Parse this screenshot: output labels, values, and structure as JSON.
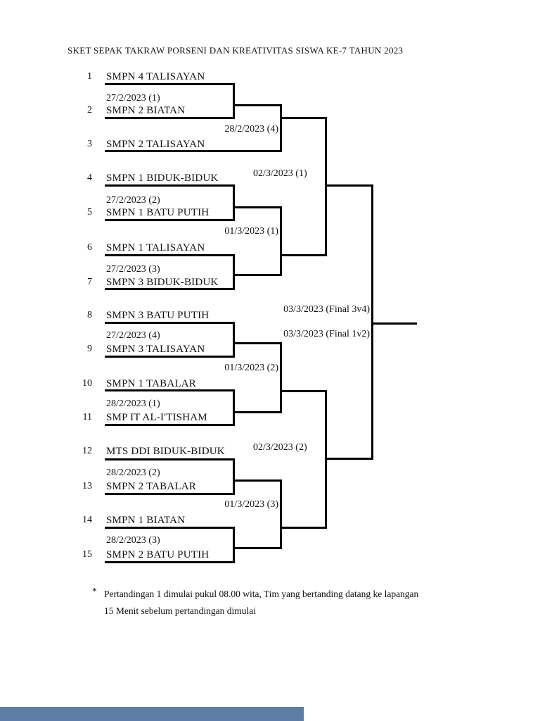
{
  "page": {
    "title": "SKET SEPAK TAKRAW PORSENI DAN KREATIVITAS SISWA KE-7 TAHUN 2023",
    "footnote_marker": "*",
    "footnote_line1": "Pertandingan 1 dimulai pukul 08.00 wita, Tim yang bertanding datang ke lapangan",
    "footnote_line2": "15 Menit sebelum pertandingan dimulai",
    "line_color": "#000000",
    "bottom_bar_color": "#5c7ea6"
  },
  "bracket": {
    "teams": [
      {
        "seed": "1",
        "name": "SMPN 4 TALISAYAN"
      },
      {
        "seed": "2",
        "name": "SMPN 2 BIATAN"
      },
      {
        "seed": "3",
        "name": "SMPN 2 TALISAYAN"
      },
      {
        "seed": "4",
        "name": "SMPN 1 BIDUK-BIDUK"
      },
      {
        "seed": "5",
        "name": "SMPN 1 BATU PUTIH"
      },
      {
        "seed": "6",
        "name": "SMPN 1 TALISAYAN"
      },
      {
        "seed": "7",
        "name": "SMPN 3 BIDUK-BIDUK"
      },
      {
        "seed": "8",
        "name": "SMPN 3 BATU PUTIH"
      },
      {
        "seed": "9",
        "name": "SMPN 3 TALISAYAN"
      },
      {
        "seed": "10",
        "name": "SMPN 1 TABALAR"
      },
      {
        "seed": "11",
        "name": "SMP IT AL-I'TISHAM"
      },
      {
        "seed": "12",
        "name": "MTS DDI BIDUK-BIDUK"
      },
      {
        "seed": "13",
        "name": "SMPN 2 TABALAR"
      },
      {
        "seed": "14",
        "name": "SMPN 1 BIATAN"
      },
      {
        "seed": "15",
        "name": "SMPN 2 BATU PUTIH"
      }
    ],
    "round1_labels": [
      "27/2/2023 (1)",
      "27/2/2023 (2)",
      "27/2/2023 (3)",
      "27/2/2023 (4)",
      "28/2/2023 (1)",
      "28/2/2023 (2)",
      "28/2/2023 (3)"
    ],
    "round2_labels": [
      "28/2/2023 (4)",
      "01/3/2023 (1)",
      "01/3/2023 (2)",
      "01/3/2023 (3)"
    ],
    "semifinal_labels": [
      "02/3/2023 (1)",
      "02/3/2023 (2)"
    ],
    "final_labels": [
      "03/3/2023 (Final 3v4)",
      "03/3/2023 (Final 1v2)"
    ]
  }
}
